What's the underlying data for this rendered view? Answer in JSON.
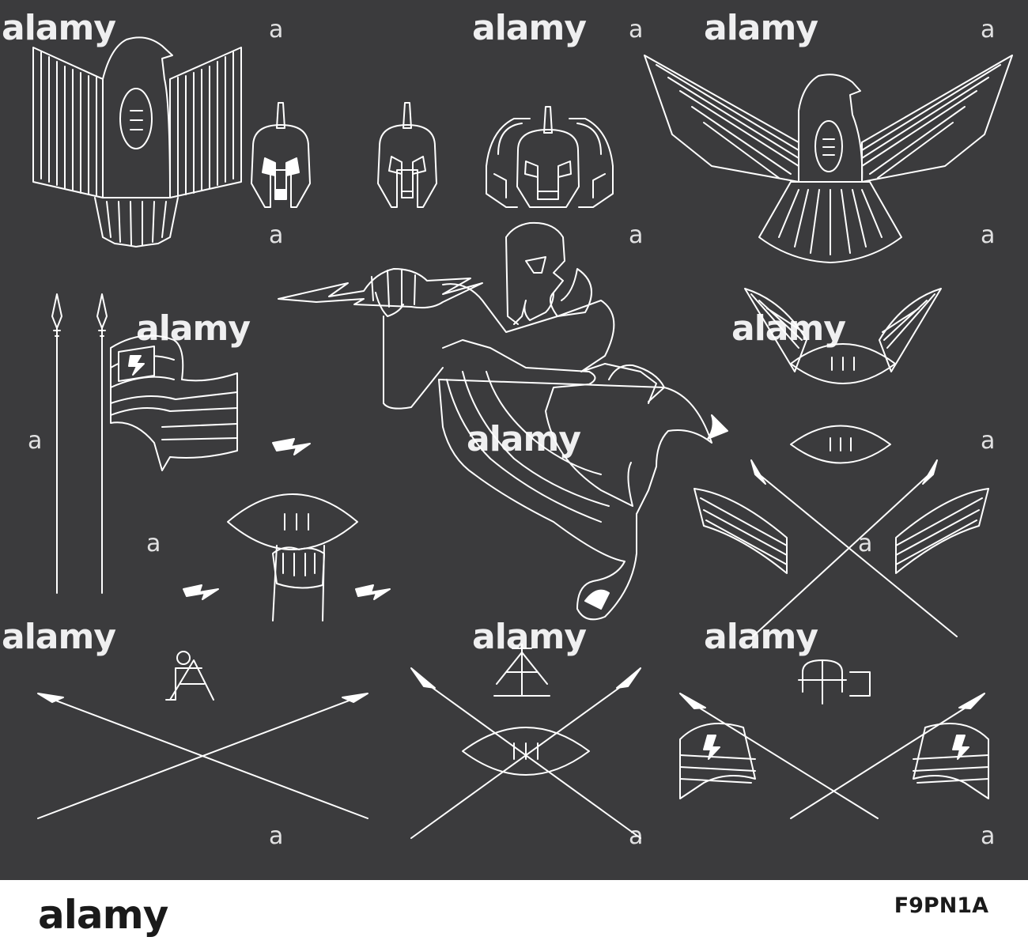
{
  "watermark": {
    "text": "alamy",
    "bar": "a"
  },
  "footer": {
    "brand": "alamy",
    "image_id": "F9PN1A"
  },
  "colors": {
    "background": "#3b3b3d",
    "line_art": "#ffffff",
    "footer": "#ffffff"
  },
  "icons": [
    "eagle-emblem-left",
    "spartan-helmet",
    "spartan-helmet-front",
    "spartan-helmet-trio",
    "eagle-emblem-right",
    "spear",
    "flag-with-lightning",
    "lightning-bolt",
    "football-in-fist",
    "zeus-warrior-throwing-football",
    "winged-football",
    "football",
    "wing",
    "crossed-spears",
    "monogram-af",
    "pennant-banner"
  ]
}
